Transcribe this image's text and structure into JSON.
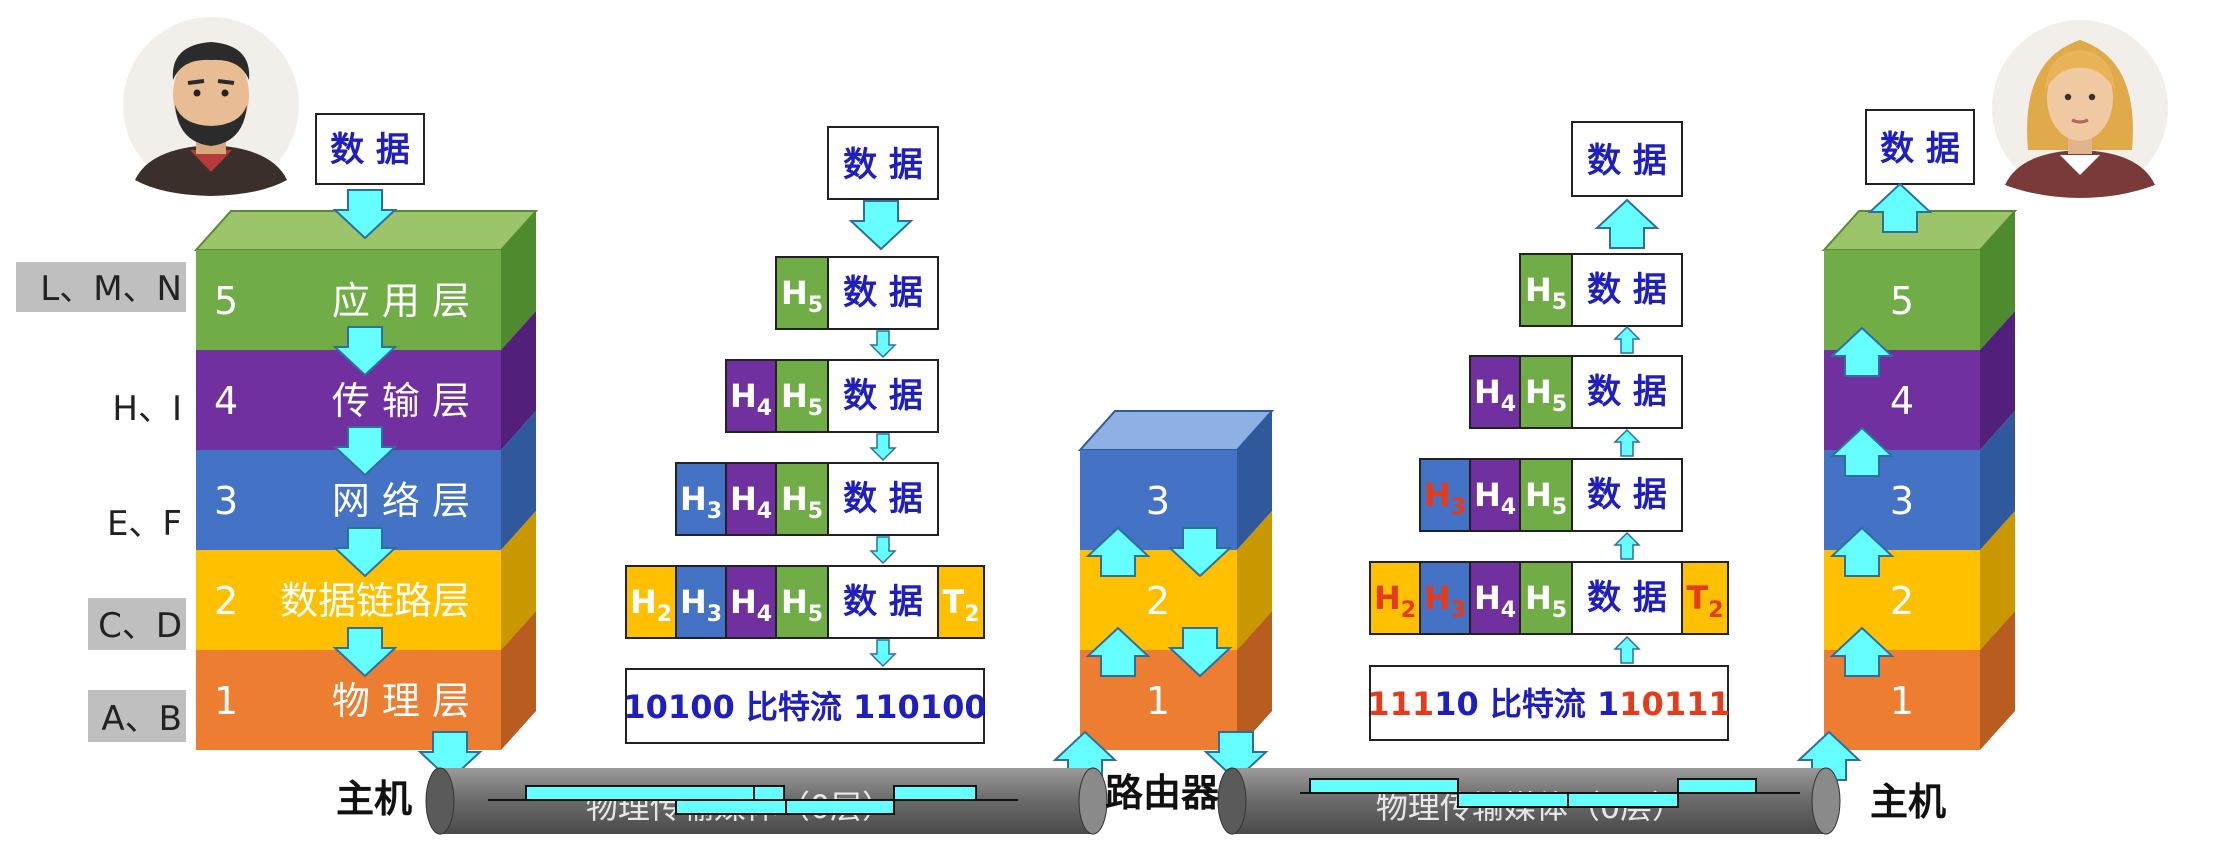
{
  "colors": {
    "green": "#70AD47",
    "purple": "#7030A0",
    "blue": "#4472C4",
    "yellow": "#FFC000",
    "orange": "#ED7D31",
    "cyan_arrow": "#66FFFF",
    "data_text": "#1F1FBF",
    "red_text": "#E53B1A",
    "label_bg": "#BFBFBF"
  },
  "data_label": "数 据",
  "bitstream_word": "比特流",
  "left_stack": {
    "layers": [
      {
        "num": "5",
        "name": "应 用 层",
        "side": "L、M、N"
      },
      {
        "num": "4",
        "name": "传 输 层",
        "side": "H、I"
      },
      {
        "num": "3",
        "name": "网 络 层",
        "side": "E、F"
      },
      {
        "num": "2",
        "name": "数据链路层",
        "side": "C、D"
      },
      {
        "num": "1",
        "name": "物 理 层",
        "side": "A、B"
      }
    ]
  },
  "router": {
    "layers": [
      "3",
      "2",
      "1"
    ],
    "label": "路由器"
  },
  "right_stack": {
    "layers": [
      "5",
      "4",
      "3",
      "2",
      "1"
    ]
  },
  "hosts": {
    "left": "主机",
    "right": "主机"
  },
  "encap": {
    "h5": "H5",
    "h4": "H4",
    "h3": "H3",
    "h2": "H2",
    "t2": "T2",
    "bits_left_a": "10100",
    "bits_left_b": "110100",
    "bits_right_red_a": "111",
    "bits_right_blue_a": "10",
    "bits_right_blue_b": "1",
    "bits_right_red_b": "10111"
  },
  "medium": {
    "left_text": "物理传输媒体（0层）",
    "right_text": "物理传输媒体（0层）"
  }
}
